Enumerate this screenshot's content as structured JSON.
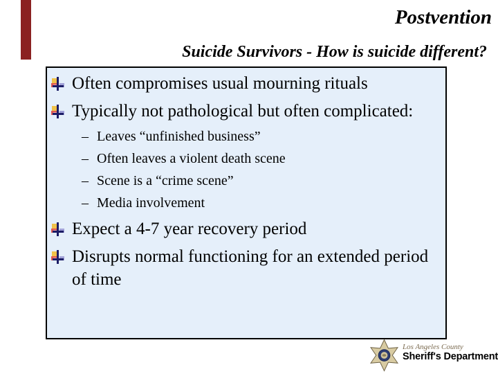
{
  "slide": {
    "title": "Postvention",
    "subtitle": "Suicide Survivors - How is suicide different?",
    "dash": "–",
    "bullets": [
      {
        "text": "Often compromises usual mourning rituals"
      },
      {
        "text": "Typically not pathological but often complicated:",
        "sub": [
          "Leaves “unfinished business”",
          "Often leaves a violent death scene",
          "Scene is a “crime scene”",
          "Media involvement"
        ]
      },
      {
        "text": "Expect a 4-7 year recovery period"
      },
      {
        "text": "Disrupts normal functioning for an extended period of time"
      }
    ],
    "logo": {
      "county": "Los Angeles County",
      "department": "Sheriff's Department"
    },
    "colors": {
      "accent_bar": "#8b2121",
      "box_background": "#e5effa",
      "box_border": "#000000",
      "bullet_navy": "#1c1c66",
      "bullet_yellow": "#f0c24a",
      "bullet_red": "#df5a52",
      "bullet_lavender": "#a2a2d8",
      "star_fill": "#d8cba2",
      "star_ring": "#2e3d72",
      "county_text": "#7b6b50"
    }
  }
}
